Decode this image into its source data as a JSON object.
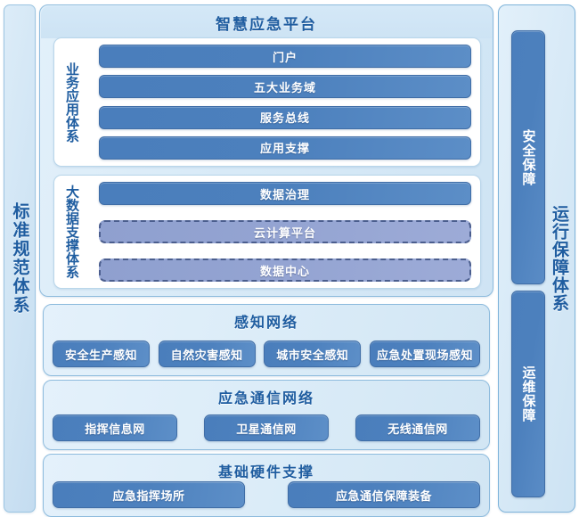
{
  "title": "智慧应急平台",
  "left_pillar": {
    "label": "标准规范体系"
  },
  "right_pillar": {
    "label": "运行保障体系",
    "boxes": [
      {
        "label": "安全保障"
      },
      {
        "label": "运维保障"
      }
    ]
  },
  "platform": {
    "business": {
      "label": "业务应用体系",
      "items": [
        {
          "label": "门户",
          "style": "solid"
        },
        {
          "label": "五大业务域",
          "style": "solid"
        },
        {
          "label": "服务总线",
          "style": "solid"
        },
        {
          "label": "应用支撑",
          "style": "solid"
        }
      ]
    },
    "bigdata": {
      "label": "大数据支撑体系",
      "items": [
        {
          "label": "数据治理",
          "style": "solid"
        },
        {
          "label": "云计算平台",
          "style": "dashed"
        },
        {
          "label": "数据中心",
          "style": "dashed"
        }
      ]
    }
  },
  "sections": [
    {
      "title": "感知网络",
      "chips": [
        "安全生产感知",
        "自然灾害感知",
        "城市安全感知",
        "应急处置现场感知"
      ]
    },
    {
      "title": "应急通信网络",
      "chips": [
        "指挥信息网",
        "卫星通信网",
        "无线通信网"
      ]
    },
    {
      "title": "基础硬件支撑",
      "chips": [
        "应急指挥场所",
        "应急通信保障装备"
      ]
    }
  ],
  "colors": {
    "accent_blue": "#4a7ebc",
    "dashed_fill": "#94a4d2",
    "title_text": "#1f5da0",
    "panel_bg": "#dbecf8"
  }
}
